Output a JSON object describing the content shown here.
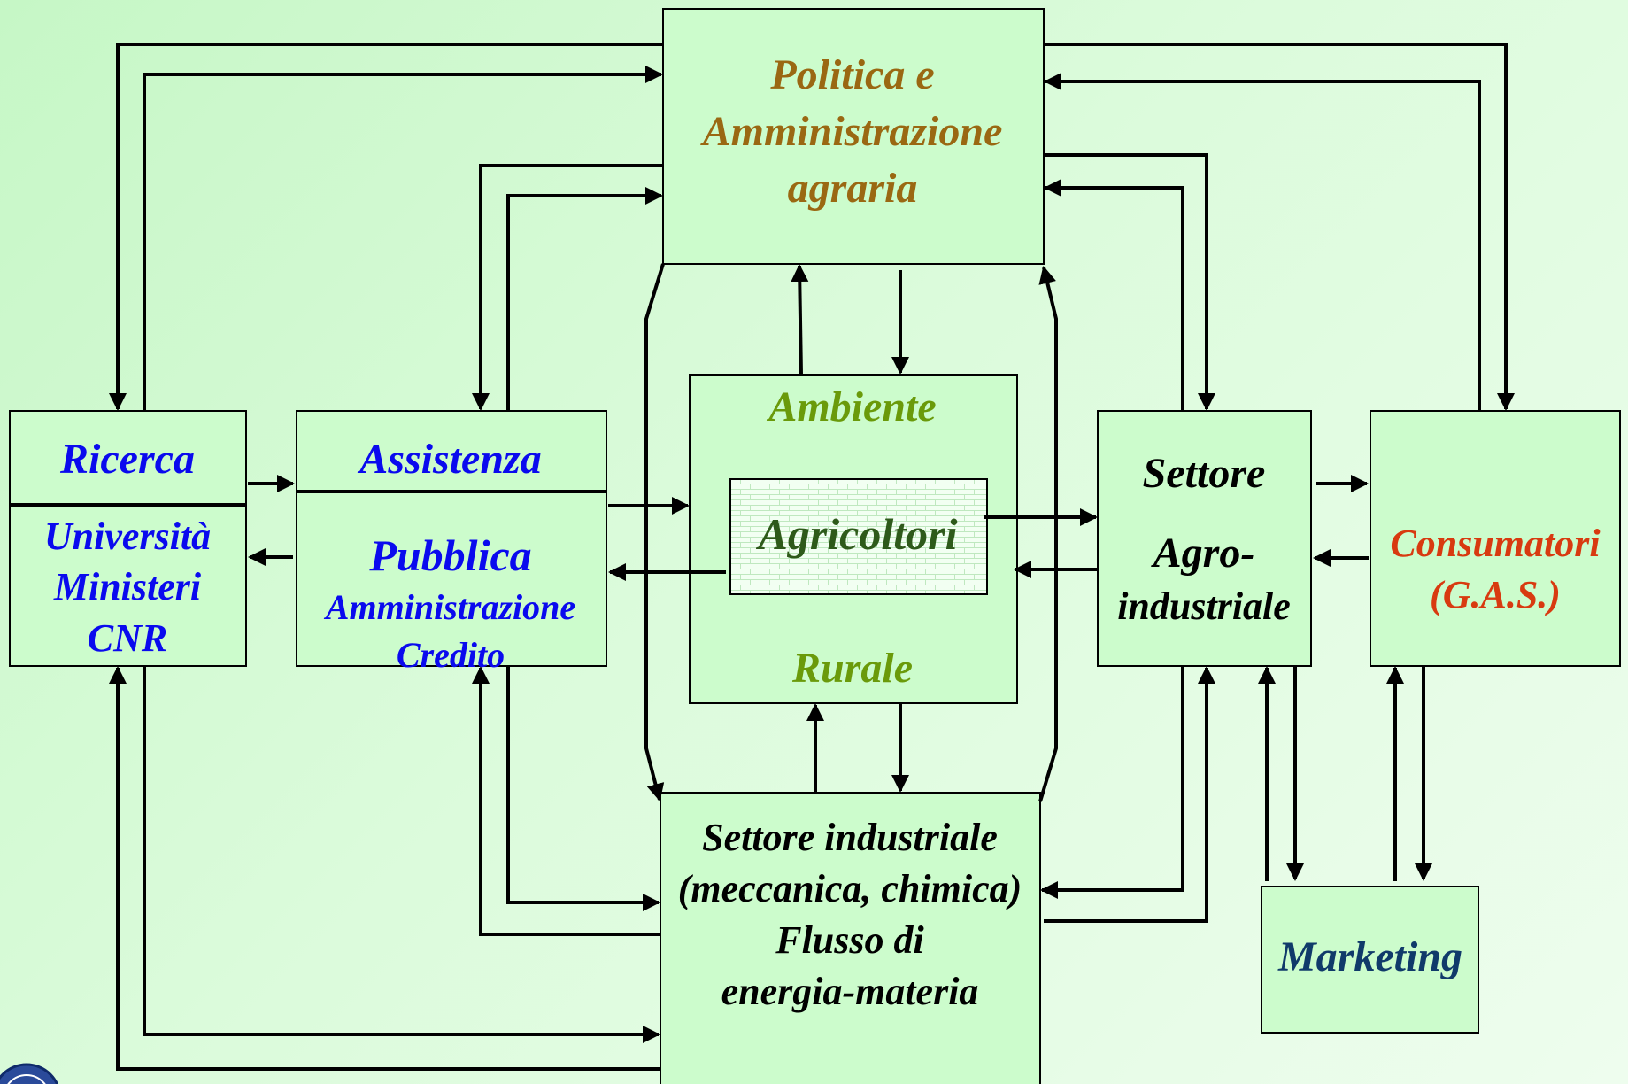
{
  "colors": {
    "background": "#ccf8cc",
    "box_fill": "#ccfccc",
    "blue": "#0a0aee",
    "brown": "#9a6812",
    "olive": "#6a9a0a",
    "dark_green": "#2e5a1a",
    "red": "#d83a10",
    "navy": "#103a6a",
    "black": "#000000"
  },
  "nodes": {
    "politica": {
      "line1": "Politica e",
      "line2": "Amministrazione",
      "line3": "agraria"
    },
    "ricerca": {
      "title": "Ricerca",
      "line1": "Università",
      "line2": "Ministeri",
      "line3": "CNR"
    },
    "assistenza": {
      "title": "Assistenza",
      "line1": "Pubblica",
      "line2": "Amministrazione",
      "line3": "Credito"
    },
    "ambiente": {
      "top": "Ambiente",
      "bottom": "Rurale"
    },
    "agricoltori": {
      "label": "Agricoltori"
    },
    "settore_agro": {
      "line1": "Settore",
      "line2": "Agro-",
      "line3": "industriale"
    },
    "consumatori": {
      "line1": "Consumatori",
      "line2": "(G.A.S.)"
    },
    "settore_industriale": {
      "line1": "Settore industriale",
      "line2": "(meccanica, chimica)",
      "line3": "Flusso di",
      "line4": "energia-materia"
    },
    "marketing": {
      "label": "Marketing"
    }
  }
}
